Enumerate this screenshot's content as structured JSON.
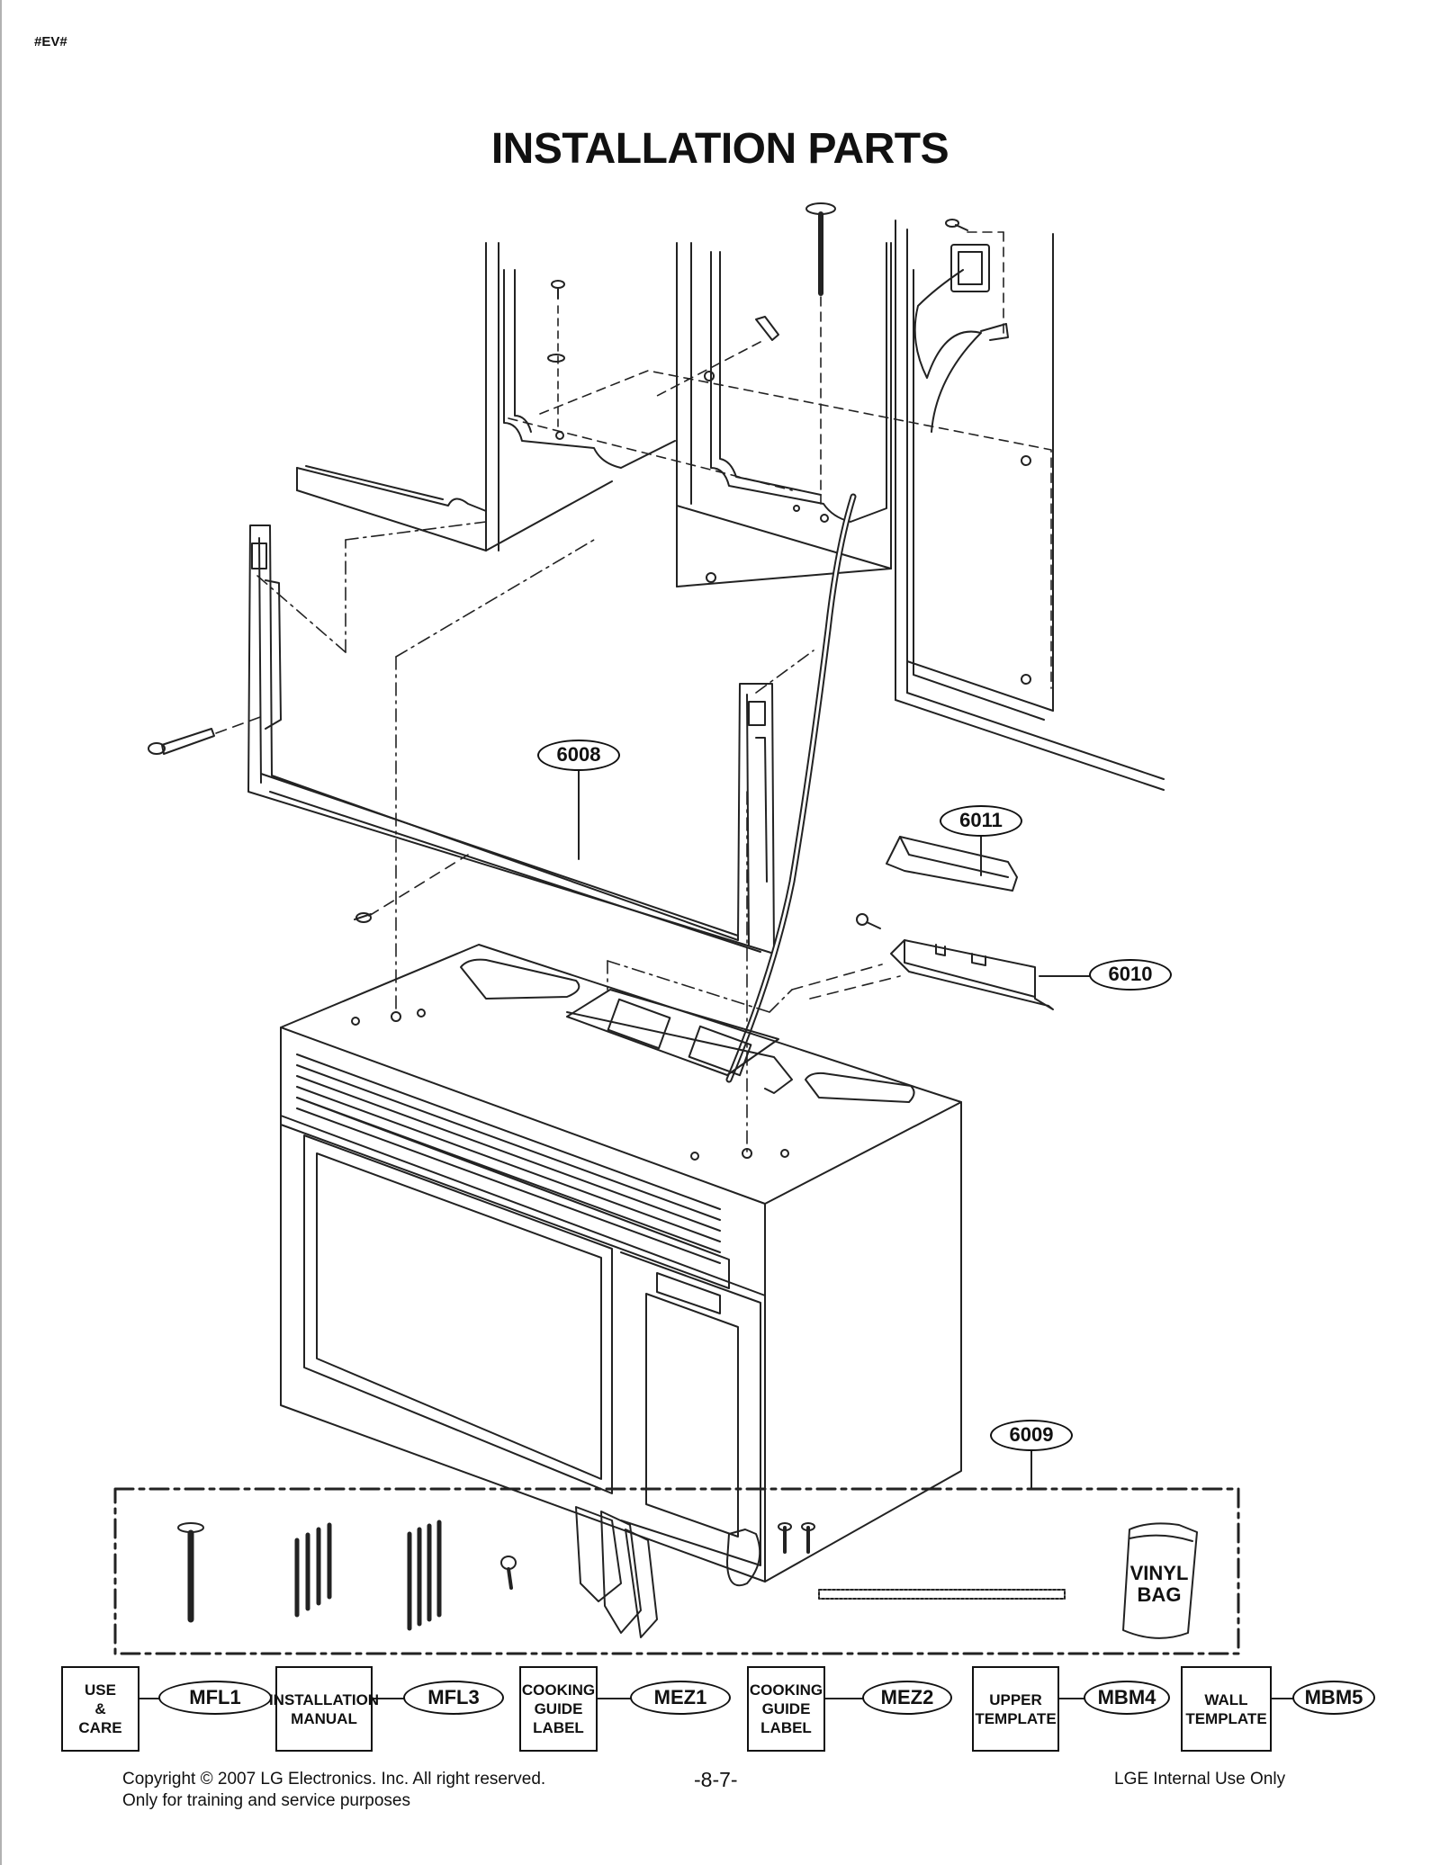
{
  "header": {
    "doc_tag": "#EV#",
    "title": "INSTALLATION PARTS"
  },
  "callouts": [
    {
      "id": "6008",
      "label": "6008"
    },
    {
      "id": "6011",
      "label": "6011"
    },
    {
      "id": "6010",
      "label": "6010"
    },
    {
      "id": "6009",
      "label": "6009"
    }
  ],
  "hardware_kit": {
    "vinyl_bag_line1": "VINYL",
    "vinyl_bag_line2": "BAG"
  },
  "documents": [
    {
      "box_label": "USE\n&\nCARE",
      "code": "MFL1"
    },
    {
      "box_label": "INSTALLATION\nMANUAL",
      "code": "MFL3"
    },
    {
      "box_label": "COOKING\nGUIDE\nLABEL",
      "code": "MEZ1"
    },
    {
      "box_label": "COOKING\nGUIDE\nLABEL",
      "code": "MEZ2"
    },
    {
      "box_label": "UPPER\nTEMPLATE",
      "code": "MBM4"
    },
    {
      "box_label": "WALL\nTEMPLATE",
      "code": "MBM5"
    }
  ],
  "footer": {
    "copyright": "Copyright © 2007 LG Electronics. Inc. All right reserved.",
    "purpose": "Only for training and service purposes",
    "page_number": "-8-7-",
    "internal": "LGE Internal Use Only"
  }
}
